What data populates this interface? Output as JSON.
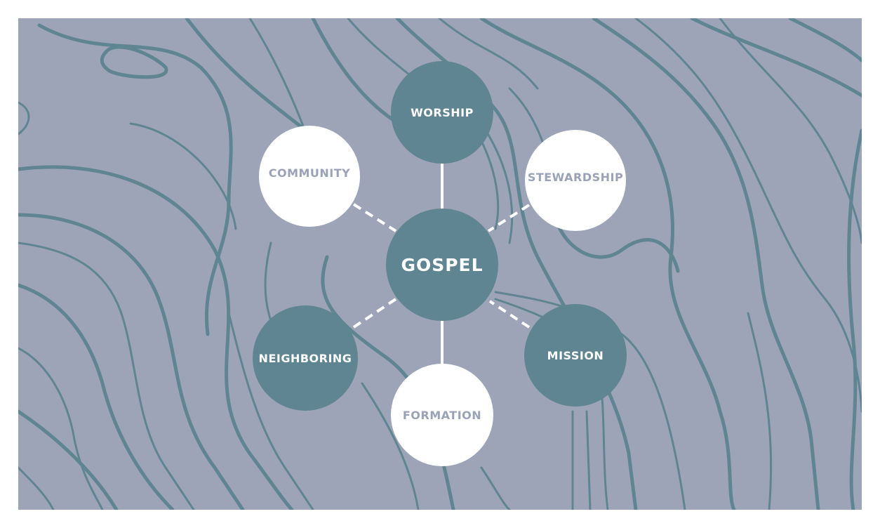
{
  "center": {
    "label": "GOSPEL"
  },
  "nodes": {
    "worship": "WORSHIP",
    "community": "COMMUNITY",
    "stewardship": "STEWARDSHIP",
    "neighboring": "NEIGHBORING",
    "mission": "MISSION",
    "formation": "FORMATION"
  },
  "colors": {
    "background": "#9da4b7",
    "teal": "#5f8593",
    "white": "#ffffff",
    "muted_text": "#9aa2b6"
  }
}
